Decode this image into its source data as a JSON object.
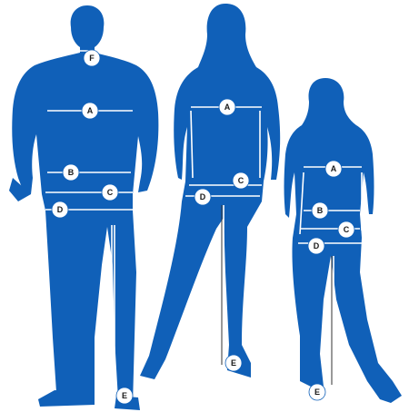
{
  "colors": {
    "figure": "#1060b8",
    "line": "#ffffff",
    "background": "#ffffff"
  },
  "figures": [
    {
      "id": "man",
      "labels": [
        "F",
        "A",
        "B",
        "C",
        "D",
        "E"
      ]
    },
    {
      "id": "woman",
      "labels": [
        "A",
        "C",
        "D",
        "E"
      ]
    },
    {
      "id": "child",
      "labels": [
        "A",
        "B",
        "C",
        "D",
        "E"
      ]
    }
  ]
}
